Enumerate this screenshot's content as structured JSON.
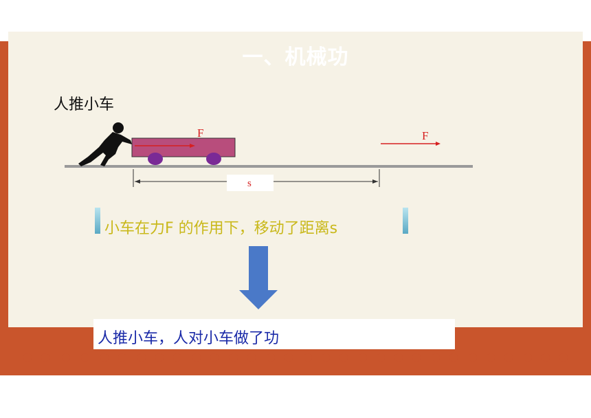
{
  "title": "一、机械功",
  "scene_label": "人推小车",
  "force_label": "F",
  "force_label_right": "F",
  "distance_label": "s",
  "description": "小车在力F 的作用下，移动了距离s",
  "conclusion": "人推小车，人对小车做了功",
  "colors": {
    "frame": "#c9552c",
    "paper": "#f6f2e6",
    "cart": "#b84d7c",
    "wheel": "#7a2a96",
    "force": "#d62020",
    "arrow": "#4a79c8",
    "description": "#c9b81a",
    "conclusion": "#1a2aa8"
  }
}
